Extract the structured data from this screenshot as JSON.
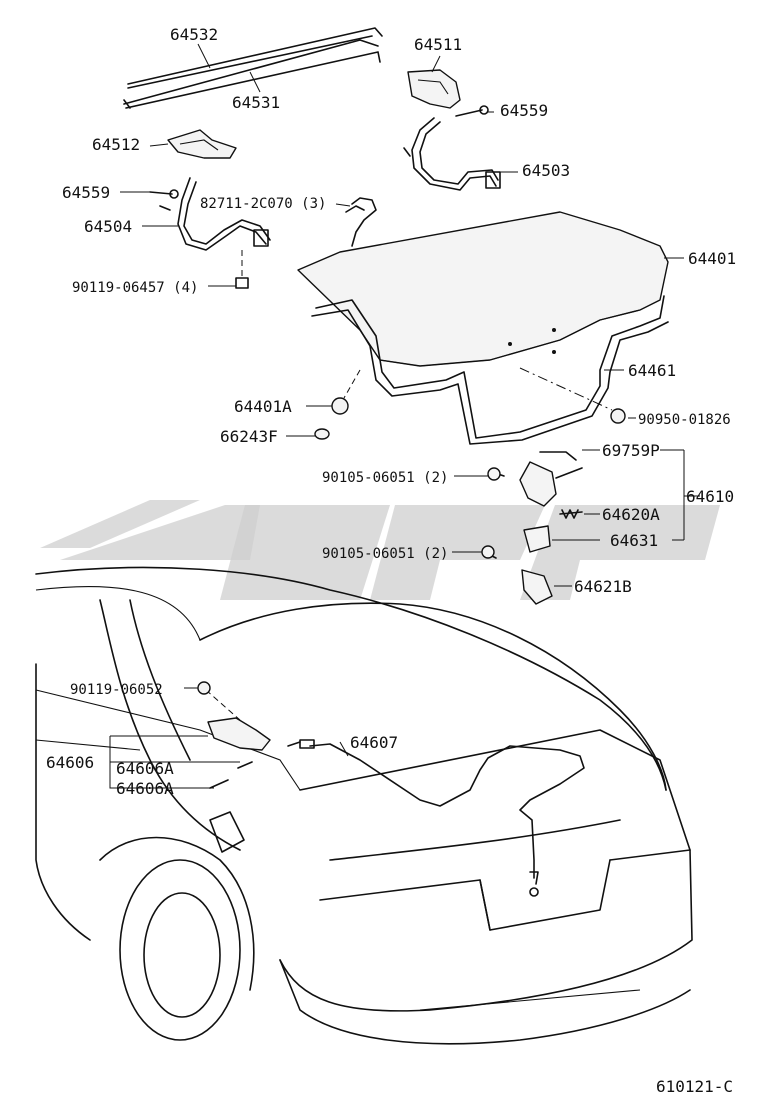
{
  "diagram": {
    "callouts": [
      {
        "id": "64532",
        "text": "64532"
      },
      {
        "id": "64531",
        "text": "64531"
      },
      {
        "id": "64511",
        "text": "64511"
      },
      {
        "id": "64559a",
        "text": "64559"
      },
      {
        "id": "64512",
        "text": "64512"
      },
      {
        "id": "64503",
        "text": "64503"
      },
      {
        "id": "64559b",
        "text": "64559"
      },
      {
        "id": "82711",
        "text": "82711-2C070 (3)"
      },
      {
        "id": "64504",
        "text": "64504"
      },
      {
        "id": "64401",
        "text": "64401"
      },
      {
        "id": "90119a",
        "text": "90119-06457 (4)"
      },
      {
        "id": "64461",
        "text": "64461"
      },
      {
        "id": "64401A",
        "text": "64401A"
      },
      {
        "id": "90950",
        "text": "90950-01826"
      },
      {
        "id": "66243F",
        "text": "66243F"
      },
      {
        "id": "69759P",
        "text": "69759P"
      },
      {
        "id": "90105a",
        "text": "90105-06051 (2)"
      },
      {
        "id": "64610",
        "text": "64610"
      },
      {
        "id": "64620A",
        "text": "64620A"
      },
      {
        "id": "64631",
        "text": "64631"
      },
      {
        "id": "90105b",
        "text": "90105-06051 (2)"
      },
      {
        "id": "64621B",
        "text": "64621B"
      },
      {
        "id": "90119b",
        "text": "90119-06052"
      },
      {
        "id": "64607",
        "text": "64607"
      },
      {
        "id": "64606",
        "text": "64606"
      },
      {
        "id": "64606Aa",
        "text": "64606A"
      },
      {
        "id": "64606Ab",
        "text": "64606A"
      }
    ],
    "figure_code": "610121-C"
  },
  "colors": {
    "line": "#111111",
    "watermark": "#cfcfcf",
    "background": "#ffffff"
  }
}
